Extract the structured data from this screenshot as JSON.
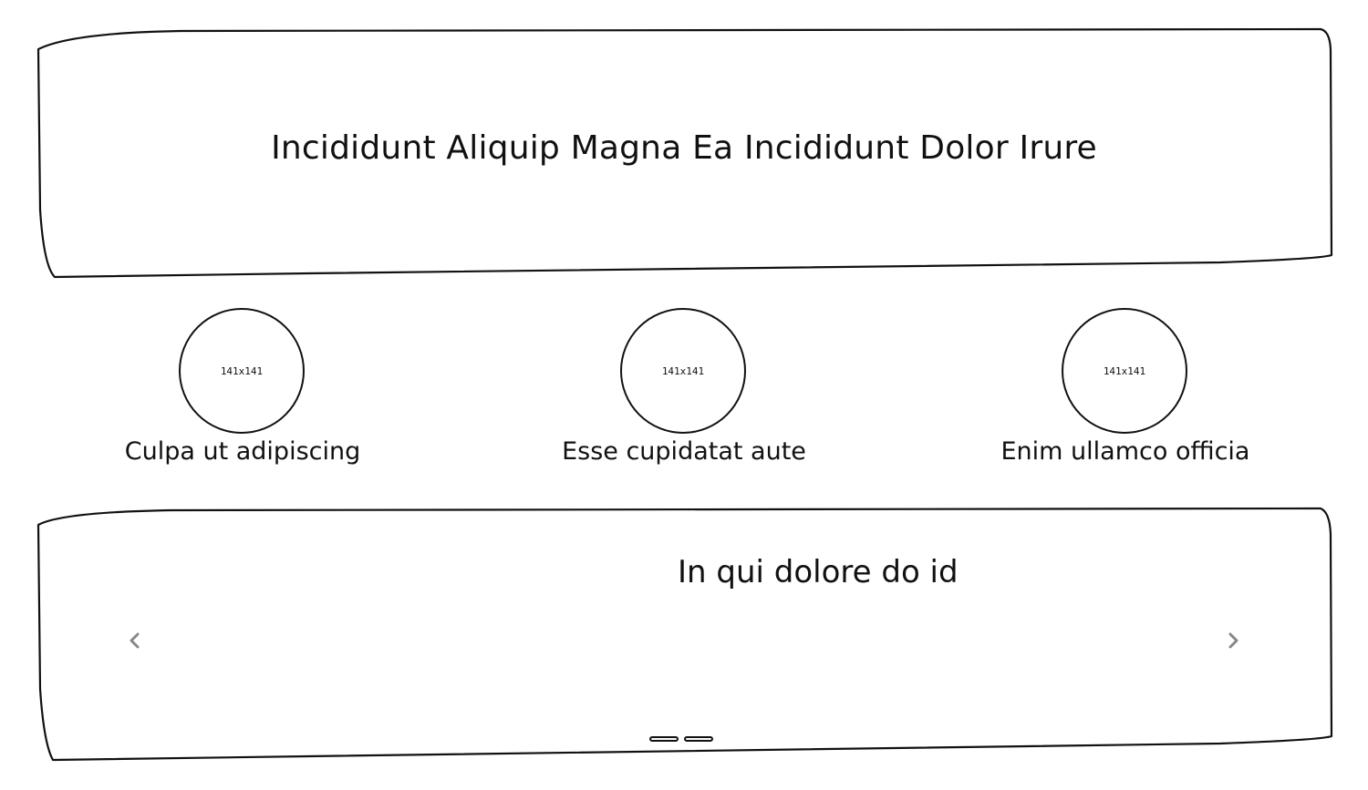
{
  "hero": {
    "title": "Incididunt Aliquip Magna Ea Incididunt Dolor Irure"
  },
  "features": [
    {
      "image_label": "141x141",
      "caption": "Culpa ut adipiscing"
    },
    {
      "image_label": "141x141",
      "caption": "Esse cupidatat aute"
    },
    {
      "image_label": "141x141",
      "caption": "Enim ullamco officia"
    }
  ],
  "carousel": {
    "title": "In qui dolore do id",
    "prev_icon": "chevron-left-icon",
    "next_icon": "chevron-right-icon",
    "slide_count": 2
  },
  "colors": {
    "stroke": "#111111",
    "arrow": "#888888",
    "background": "#ffffff"
  }
}
